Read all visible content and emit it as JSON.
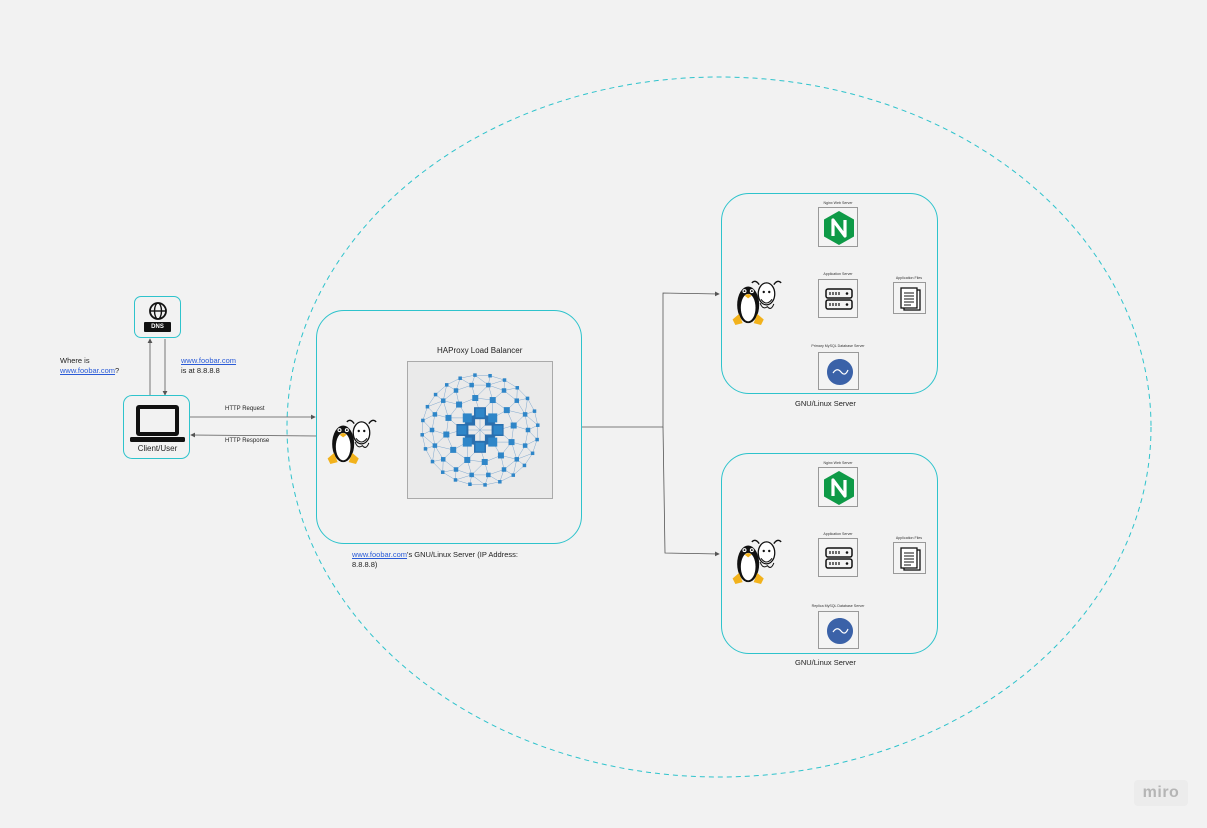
{
  "dns": {
    "label": "DNS"
  },
  "client": {
    "label": "Client/User"
  },
  "query": {
    "prefix": "Where is",
    "link": "www.foobar.com",
    "suffix": "?"
  },
  "answer": {
    "link": "www.foobar.com",
    "text": "is at 8.8.8.8"
  },
  "arrows": {
    "request": "HTTP Request",
    "response": "HTTP Response"
  },
  "load_balancer": {
    "title": "HAProxy Load Balancer"
  },
  "lb_server": {
    "link": "www.foobar.com",
    "text": "'s GNU/Linux Server (IP Address:",
    "text2": "8.8.8.8)"
  },
  "server1": {
    "label": "GNU/Linux Server",
    "web": "Nginx Web Server",
    "app": "Application Server",
    "files": "Application Files",
    "db": "Primary MySQL Database Server"
  },
  "server2": {
    "label": "GNU/Linux Server",
    "web": "Nginx Web Server",
    "app": "Application Server",
    "files": "Application Files",
    "db": "Replica MySQL Database Server"
  },
  "watermark": "miro",
  "colors": {
    "accent": "#2ec3cc",
    "nginx": "#0e9a47",
    "mysql": "#3b62a8",
    "network": "#2a6fae"
  }
}
